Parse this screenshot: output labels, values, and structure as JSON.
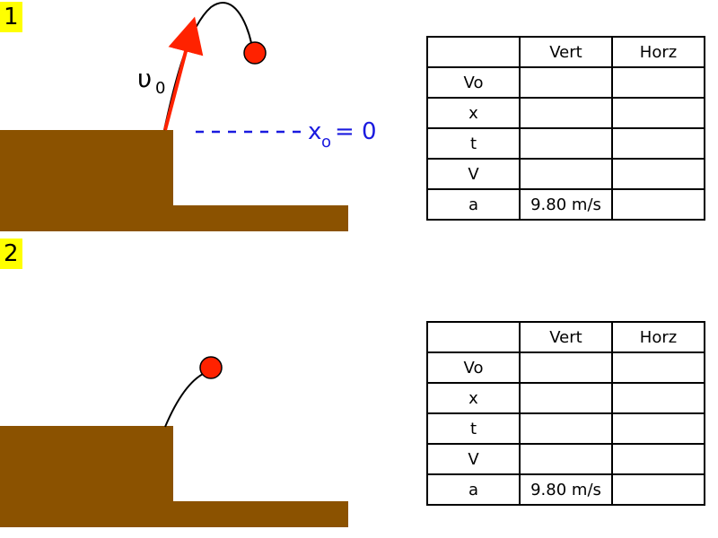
{
  "panels": [
    {
      "number": "1",
      "velocity_label": "υ",
      "velocity_sub": "0",
      "origin_label": "x",
      "origin_sub": "o",
      "origin_value": "= 0",
      "table": {
        "headers": [
          "",
          "Vert",
          "Horz"
        ],
        "rows": [
          [
            "Vo",
            "",
            ""
          ],
          [
            "x",
            "",
            ""
          ],
          [
            "t",
            "",
            ""
          ],
          [
            "V",
            "",
            ""
          ],
          [
            "a",
            "9.80 m/s",
            ""
          ]
        ]
      }
    },
    {
      "number": "2",
      "table": {
        "headers": [
          "",
          "Vert",
          "Horz"
        ],
        "rows": [
          [
            "Vo",
            "",
            ""
          ],
          [
            "x",
            "",
            ""
          ],
          [
            "t",
            "",
            ""
          ],
          [
            "V",
            "",
            ""
          ],
          [
            "a",
            "9.80 m/s",
            ""
          ]
        ]
      }
    }
  ],
  "colors": {
    "ground": "#8b5200",
    "ball": "#ff2200",
    "badge": "#ffff00",
    "origin": "#1a1adf"
  }
}
